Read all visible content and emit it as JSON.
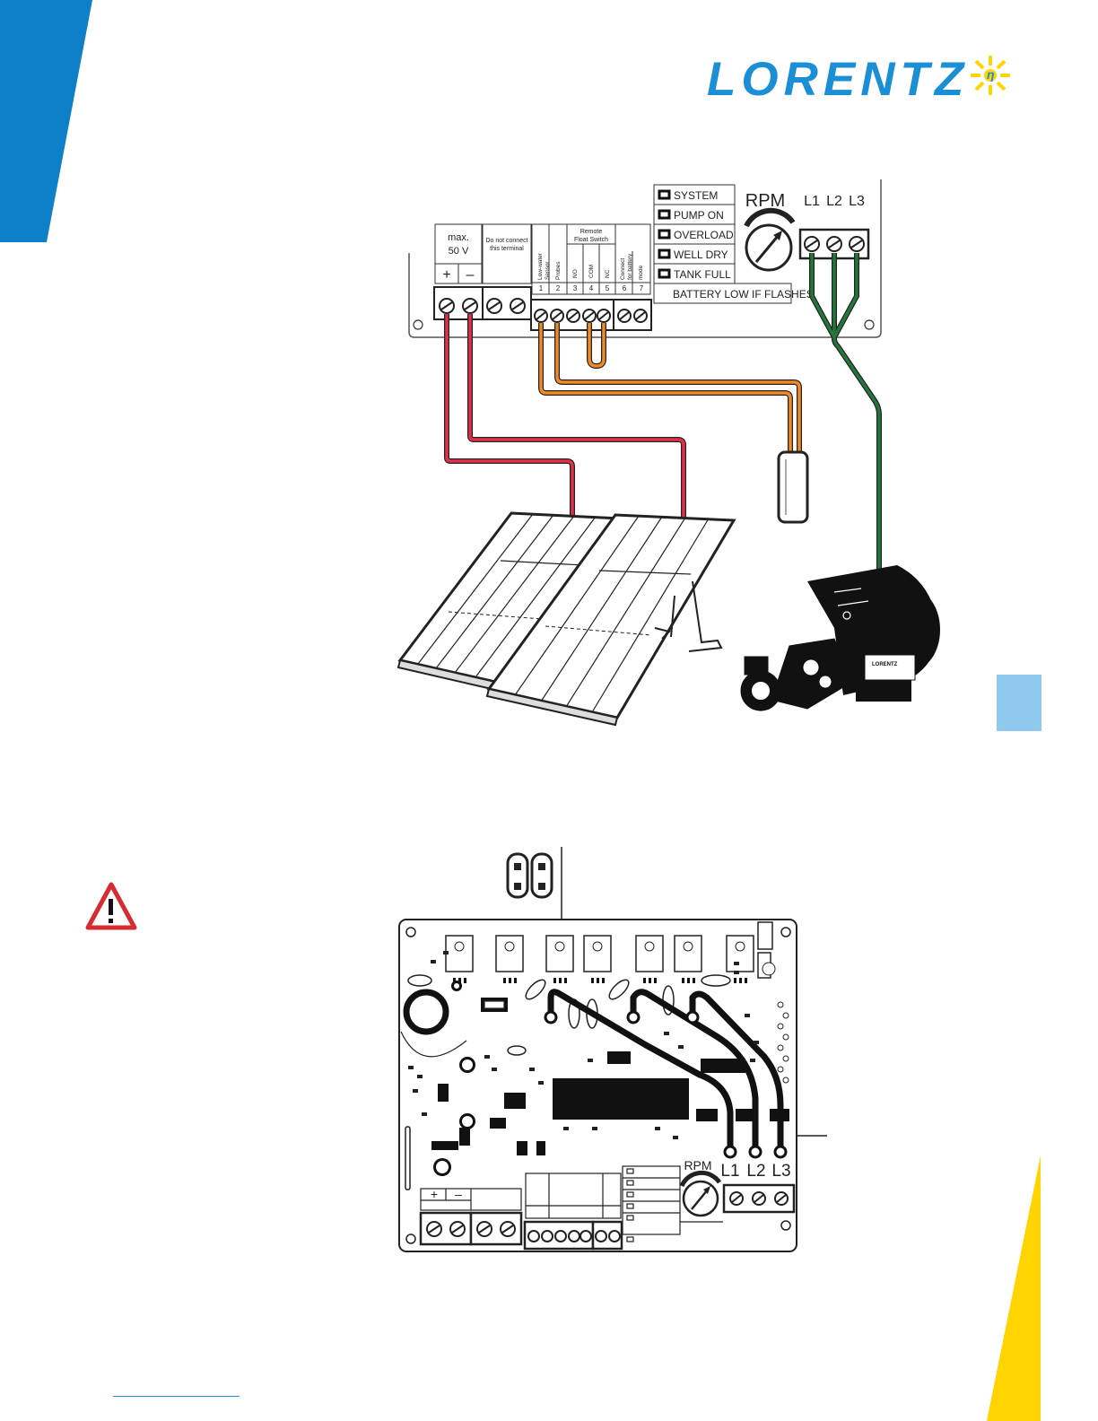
{
  "brand": {
    "logo_text": "LORENTZ",
    "logo_color": "#1a8fd6",
    "accent_yellow": "#ffd400",
    "accent_blue": "#0e7fc9",
    "tab_color": "#8fc9ee"
  },
  "wiring_diagram": {
    "terminals": {
      "power_header": "max.",
      "power_voltage": "50 V",
      "plus": "+",
      "minus": "–",
      "do_not_connect": [
        "Do not connect",
        "this terminal"
      ],
      "remote_float_switch": [
        "Remote",
        "Float Switch"
      ],
      "low_water_sensor": [
        "Low-water",
        "Sensor",
        "Probes"
      ],
      "no": "NO",
      "com": "COM",
      "nc": "NC",
      "battery_mode": [
        "Connect",
        "for battery",
        "mode"
      ],
      "numbers": [
        "1",
        "2",
        "3",
        "4",
        "5",
        "6",
        "7"
      ]
    },
    "status_leds": [
      "SYSTEM",
      "PUMP ON",
      "OVERLOAD",
      "WELL DRY",
      "TANK FULL"
    ],
    "battery_low_text": "BATTERY LOW IF FLASHES",
    "rpm_label": "RPM",
    "phase_labels": [
      "L1",
      "L2",
      "L3"
    ],
    "wire_colors": {
      "power": "#e0314b",
      "sensor": "#f08a24",
      "motor": "#23773a"
    },
    "pump_label": "LORENTZ"
  },
  "pcb_diagram": {
    "rpm_label": "RPM",
    "phase_labels": [
      "L1",
      "L2",
      "L3"
    ],
    "plus": "+",
    "minus": "–"
  },
  "warning_icon": "warning-triangle-icon"
}
